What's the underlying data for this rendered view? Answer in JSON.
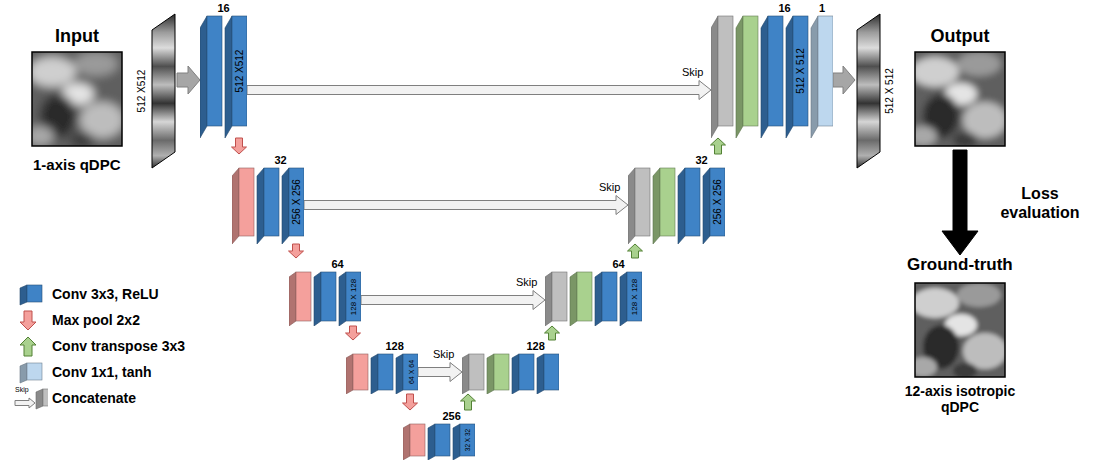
{
  "diagram": {
    "nodes": [
      {
        "text": [
          "Input",
          "1-axis qDPC"
        ]
      },
      {
        "text": [
          "512 X512"
        ]
      },
      {
        "text": [
          "16",
          "512 X512"
        ]
      },
      {
        "text": [
          "32",
          "256 X 256"
        ]
      },
      {
        "text": [
          "64",
          "128 X 128"
        ]
      },
      {
        "text": [
          "128",
          "64 X 64"
        ]
      },
      {
        "text": [
          "256",
          "32 X 32"
        ]
      },
      {
        "text": [
          "128"
        ]
      },
      {
        "text": [
          "64",
          "128 X 128"
        ]
      },
      {
        "text": [
          "32",
          "256 X 256"
        ]
      },
      {
        "text": [
          "16",
          "1",
          "512 X 512"
        ]
      },
      {
        "text": [
          "512 X 512"
        ]
      },
      {
        "text": [
          "Output"
        ]
      },
      {
        "text": [
          "Ground-truth",
          "12-axis isotropic qDPC"
        ]
      }
    ],
    "edges": [
      {
        "from": 1,
        "to": 2,
        "arrow": "to"
      },
      {
        "from": 2,
        "to": 3,
        "arrow": "to"
      },
      {
        "from": 3,
        "to": 4,
        "arrow": "to"
      },
      {
        "from": 4,
        "to": 5,
        "arrow": "to"
      },
      {
        "from": 5,
        "to": 6,
        "arrow": "to"
      },
      {
        "from": 6,
        "to": 7,
        "arrow": "to"
      },
      {
        "from": 7,
        "to": 8,
        "arrow": "to"
      },
      {
        "from": 8,
        "to": 9,
        "arrow": "to"
      },
      {
        "from": 9,
        "to": 10,
        "arrow": "to"
      },
      {
        "from": 10,
        "to": 11,
        "arrow": "to"
      },
      {
        "from": 2,
        "to": 10,
        "label": "Skip",
        "arrow": "to"
      },
      {
        "from": 3,
        "to": 9,
        "label": "Skip",
        "arrow": "to"
      },
      {
        "from": 4,
        "to": 8,
        "label": "Skip",
        "arrow": "to"
      },
      {
        "from": 5,
        "to": 7,
        "label": "Skip",
        "arrow": "to"
      },
      {
        "from": 12,
        "to": 13,
        "label": "Loss evaluation",
        "arrow": "to"
      }
    ],
    "labels": [
      "Skip"
    ],
    "legend": [
      {
        "text": "Conv 3x3, ReLU",
        "color": "#3f83c6"
      },
      {
        "text": "Max pool 2x2",
        "color": "#f4a09c"
      },
      {
        "text": "Conv transpose 3x3",
        "color": "#a9d18e"
      },
      {
        "text": "Conv 1x1, tanh",
        "color": "#bdd7ee"
      },
      {
        "text": "Concatenate"
      }
    ]
  }
}
